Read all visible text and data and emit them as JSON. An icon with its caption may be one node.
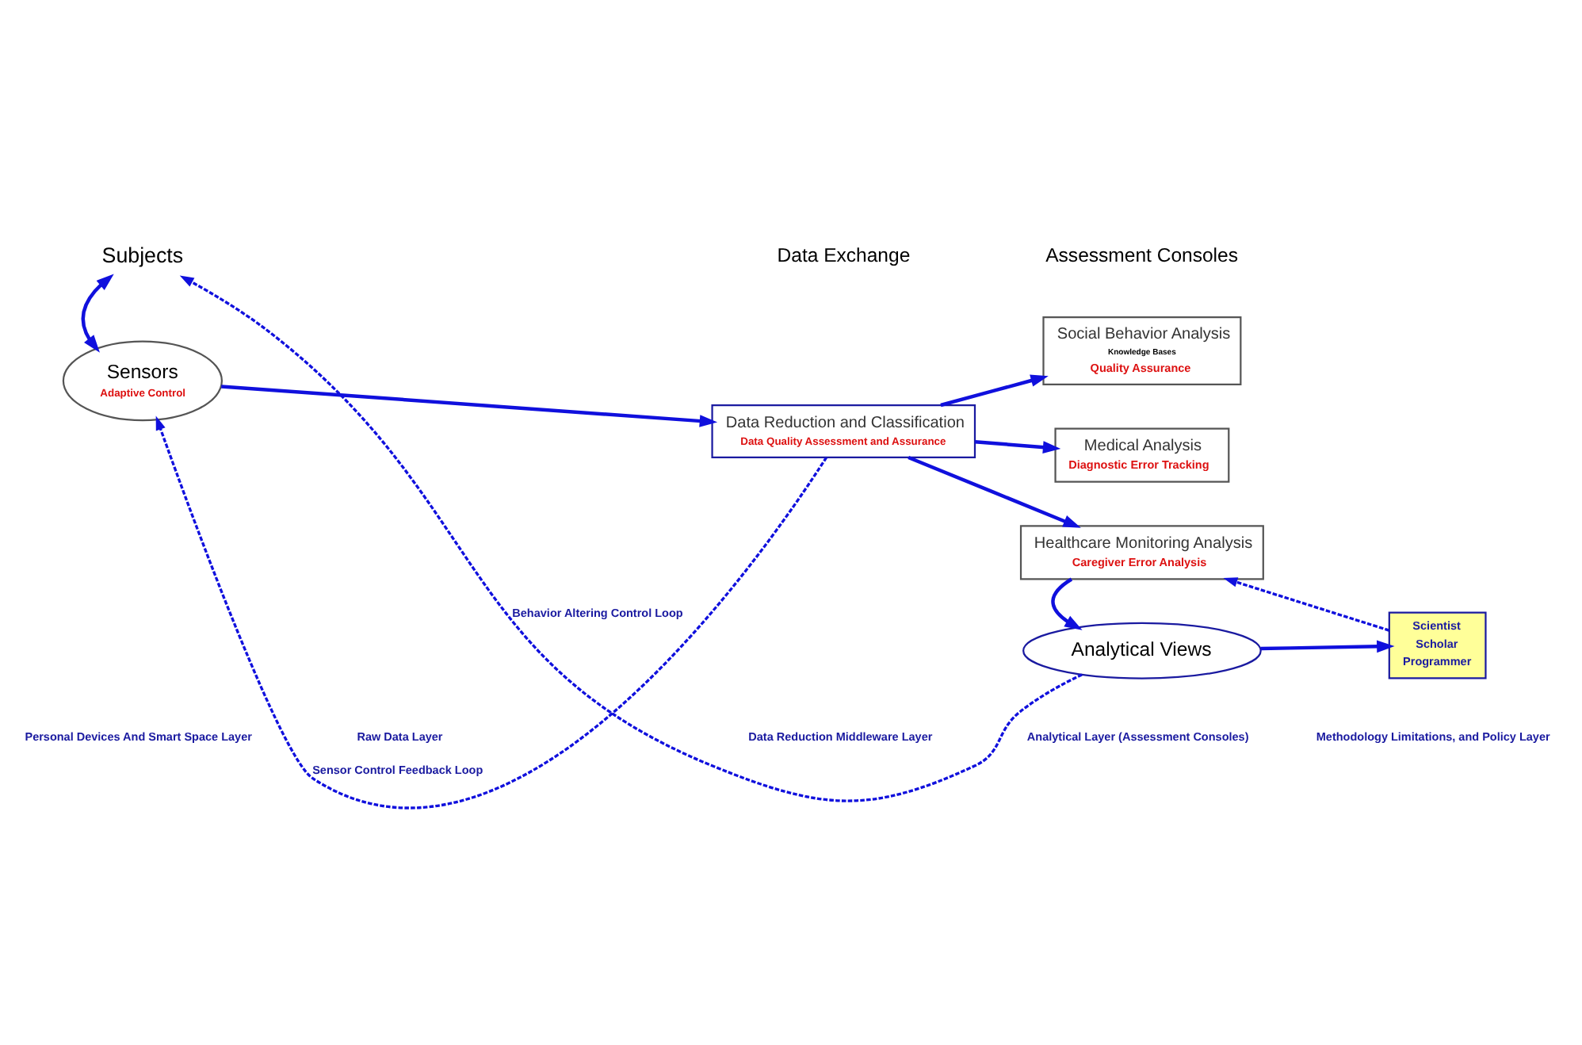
{
  "diagram": {
    "nodes": [
      {
        "text": [
          "Subjects"
        ]
      },
      {
        "text": [
          "Sensors",
          "Adaptive Control"
        ]
      },
      {
        "text": [
          "Data Reduction and Classification",
          "Data Quality Assessment and Assurance"
        ]
      },
      {
        "text": [
          "Social Behavior Analysis",
          "Knowledge Bases",
          "Quality Assurance"
        ]
      },
      {
        "text": [
          "Medical Analysis",
          "Diagnostic Error Tracking"
        ]
      },
      {
        "text": [
          "Healthcare Monitoring Analysis",
          "Caregiver Error Analysis"
        ]
      },
      {
        "text": [
          "Analytical Views"
        ]
      },
      {
        "text": [
          "Scientist",
          "Scholar",
          "Programmer"
        ]
      }
    ],
    "edges": [
      {
        "from": 0,
        "to": 1,
        "arrow": "both"
      },
      {
        "from": 1,
        "to": 2,
        "arrow": "to"
      },
      {
        "from": 2,
        "to": 3,
        "arrow": "to"
      },
      {
        "from": 2,
        "to": 4,
        "arrow": "to"
      },
      {
        "from": 2,
        "to": 5,
        "arrow": "to"
      },
      {
        "from": 5,
        "to": 6,
        "arrow": "to"
      },
      {
        "from": 2,
        "to": 1,
        "arrow": "to",
        "style": "dashed",
        "label": "Sensor Control Feedback Loop"
      },
      {
        "from": 6,
        "to": 0,
        "arrow": "to",
        "style": "dashed",
        "label": "Behavior Altering Control Loop"
      },
      {
        "from": 6,
        "to": 7,
        "arrow": "to"
      },
      {
        "from": 7,
        "to": 5,
        "arrow": "to",
        "style": "dashed"
      }
    ],
    "labels": [
      "Data Exchange",
      "Assessment Consoles",
      "Personal Devices And Smart Space Layer",
      "Raw Data Layer",
      "Data Reduction Middleware Layer",
      "Analytical Layer (Assessment Consoles)",
      "Methodology Limitations, and Policy Layer"
    ]
  }
}
